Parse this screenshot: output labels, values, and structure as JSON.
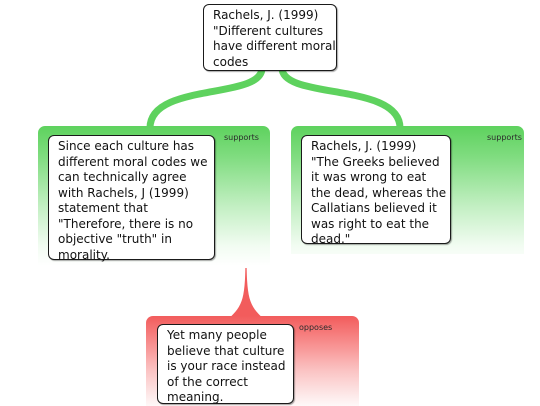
{
  "colors": {
    "supports": "#5ed25e",
    "opposes": "#f25c5c",
    "box_border": "#1a1a1a"
  },
  "claim": {
    "lines": [
      "Rachels, J. (1999)",
      "\"Different cultures",
      "have different moral",
      "codes"
    ]
  },
  "reason_left": {
    "tag": "supports",
    "lines": [
      "Since each culture has",
      "different moral codes we",
      "can technically agree",
      "with Rachels, J (1999)",
      "statement that",
      "\"Therefore, there is no",
      "objective \"truth\" in",
      "morality."
    ]
  },
  "reason_right": {
    "tag": "supports",
    "lines": [
      "Rachels, J. (1999)",
      "\"The Greeks believed",
      "it was wrong to eat",
      "the dead, whereas the",
      "Callatians believed it",
      "was right to eat the",
      "dead.\""
    ]
  },
  "objection": {
    "tag": "opposes",
    "lines": [
      "Yet many people",
      "believe that culture",
      "is your race instead",
      "of the correct",
      "meaning."
    ]
  }
}
